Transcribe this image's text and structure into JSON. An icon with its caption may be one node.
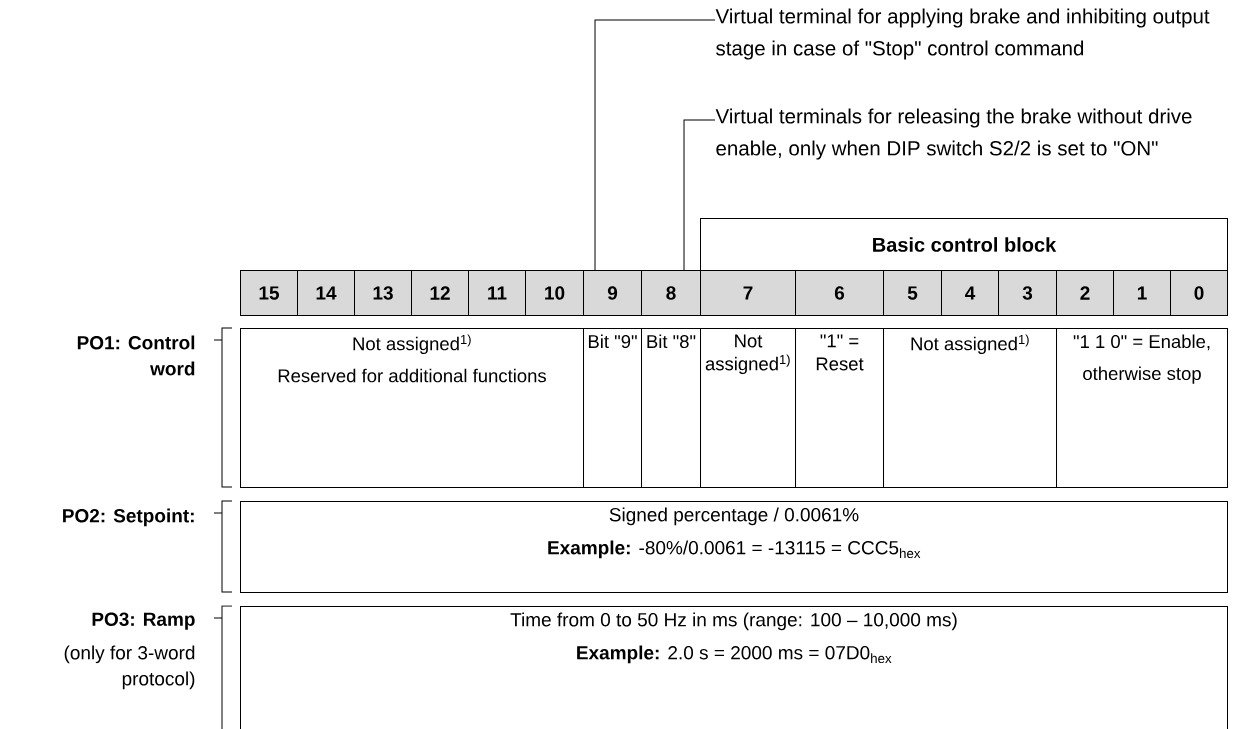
{
  "diagram": {
    "nodes": [
      {
        "text": [
          "Virtual terminal for applying brake and inhibiting output stage in case of \"Stop\" control command"
        ]
      },
      {
        "text": [
          "Virtual terminals for releasing the brake without drive enable, only when DIP switch S2/2 is set to \"ON\""
        ]
      },
      {
        "text": [
          "Basic control block"
        ]
      },
      {
        "text": [
          "15"
        ]
      },
      {
        "text": [
          "14"
        ]
      },
      {
        "text": [
          "13"
        ]
      },
      {
        "text": [
          "12"
        ]
      },
      {
        "text": [
          "11"
        ]
      },
      {
        "text": [
          "10"
        ]
      },
      {
        "text": [
          "9"
        ]
      },
      {
        "text": [
          "8"
        ]
      },
      {
        "text": [
          "7"
        ]
      },
      {
        "text": [
          "6"
        ]
      },
      {
        "text": [
          "5"
        ]
      },
      {
        "text": [
          "4"
        ]
      },
      {
        "text": [
          "3"
        ]
      },
      {
        "text": [
          "2"
        ]
      },
      {
        "text": [
          "1"
        ]
      },
      {
        "text": [
          "0"
        ]
      },
      {
        "text": [
          "Not assigned$^{1)}$",
          "Reserved for additional functions"
        ]
      },
      {
        "text": [
          "Bit \"9\""
        ]
      },
      {
        "text": [
          "Bit \"8\""
        ]
      },
      {
        "text": [
          "Not assigned$^{1)}$"
        ]
      },
      {
        "text": [
          "\"1\" = Reset"
        ]
      },
      {
        "text": [
          "Not assigned$^{1)}$"
        ]
      },
      {
        "text": [
          "\"1 1 0\" = Enable,",
          "otherwise stop"
        ]
      },
      {
        "text": [
          "Signed percentage / 0.0061%",
          "**Example:** -80%/0.0061 = -13115 = CCC5$_{hex}$"
        ]
      },
      {
        "text": [
          "Time from 0 to 50 Hz in ms (range: 100 – 10,000 ms)",
          "**Example:** 2.0 s = 2000 ms = 07D0$_{hex}$"
        ]
      }
    ],
    "edges": [
      {
        "from": 0,
        "to": 9,
        "arrow": "none"
      },
      {
        "from": 1,
        "to": 10,
        "arrow": "none"
      }
    ],
    "labels": [
      "PO1: Control word",
      "PO2: Setpoint:",
      "PO3: Ramp",
      "(only for 3-word protocol)"
    ]
  }
}
